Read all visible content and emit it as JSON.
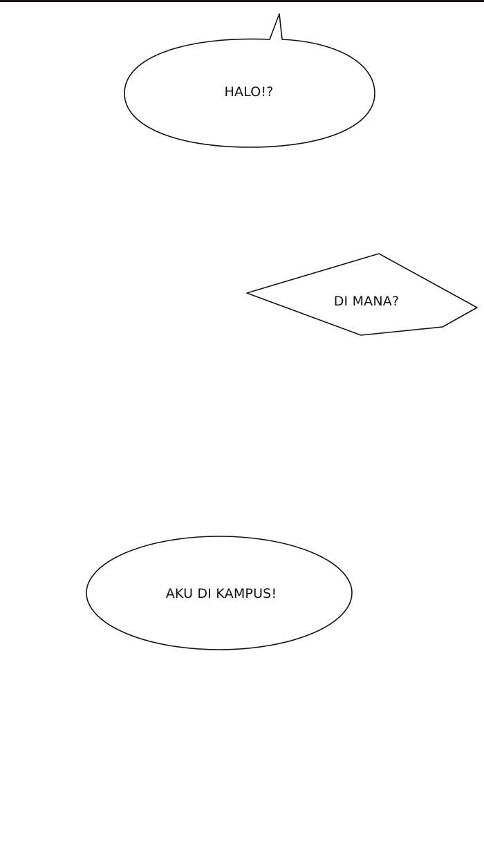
{
  "bubbles": [
    {
      "id": "speech-bubble-1",
      "shape": "ellipse-with-tail",
      "text": "HALO!?"
    },
    {
      "id": "speech-bubble-2",
      "shape": "jagged-polygon",
      "text": "DI MANA?"
    },
    {
      "id": "speech-bubble-3",
      "shape": "ellipse",
      "text": "AKU DI KAMPUS!"
    }
  ],
  "colors": {
    "background": "#ffffff",
    "outline": "#111111",
    "top_strip": "#1a1212"
  }
}
